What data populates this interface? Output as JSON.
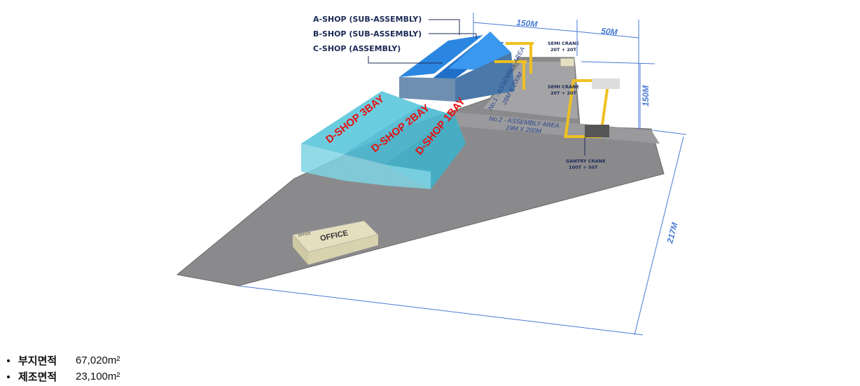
{
  "labels": {
    "a_shop": "A-SHOP   (SUB-ASSEMBLY)",
    "b_shop": "B-SHOP   (SUB-ASSEMBLY)",
    "c_shop": "C-SHOP  (ASSEMBLY)",
    "d_shop_3": "D-SHOP 3BAY",
    "d_shop_2": "D-SHOP 2BAY",
    "d_shop_1": "D-SHOP 1BAY",
    "office": "OFFICE",
    "office_small": "OFFICE",
    "area1_name": "No.1 - ASSEMBLY   AREA",
    "area1_size": "28M X 200M",
    "area2_name": "No.2 - ASSEMBLY   AREA",
    "area2_size": "19M X 200M",
    "semi_crane_1": "SEMI CRANE",
    "semi_crane_1_cap": "20T + 20T",
    "semi_crane_2": "SEMI CRANE",
    "semi_crane_2_cap": "20T + 20T",
    "gantry_crane": "GANTRY CRANE",
    "gantry_crane_cap": "100T + 50T"
  },
  "dimensions": {
    "top_long": "150M",
    "top_short": "50M",
    "right_vertical": "150M",
    "diagonal": "217M"
  },
  "stats": [
    {
      "label": "부지면적",
      "value": "67,020m²"
    },
    {
      "label": "제조면적",
      "value": "23,100m²"
    }
  ],
  "colors": {
    "ground": "#8a8a8d",
    "blue_shop": "#2a86e0",
    "d_shop": "#5cc6dc",
    "crane": "#f0c020",
    "dim_line": "#4a7ad6"
  }
}
